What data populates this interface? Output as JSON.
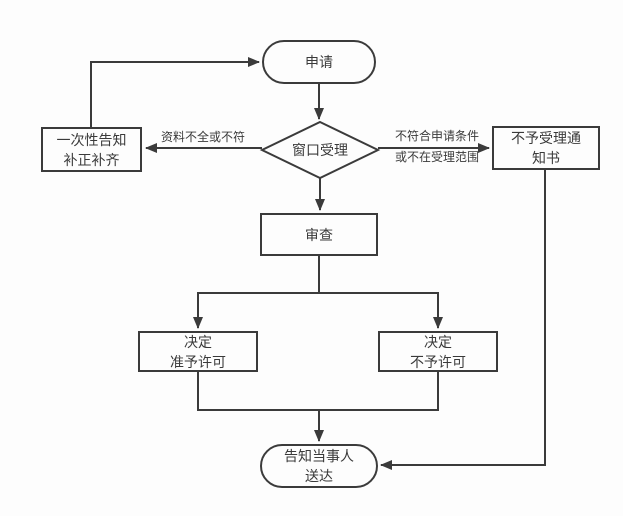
{
  "diagram": {
    "type": "flowchart",
    "colors": {
      "background": "#fdfdfd",
      "line": "#3b3b3b",
      "text": "#3a3a3a",
      "node_fill": "#fdfdfd"
    },
    "nodes": [
      {
        "id": "apply",
        "label": "申请",
        "shape": "stadium"
      },
      {
        "id": "window-review",
        "label": "窗口受理",
        "shape": "diamond"
      },
      {
        "id": "one-time-notice",
        "label": "一次性告知\n补正补齐",
        "shape": "rect"
      },
      {
        "id": "rejection-notice",
        "label": "不予受理通\n知书",
        "shape": "rect"
      },
      {
        "id": "review",
        "label": "审查",
        "shape": "rect"
      },
      {
        "id": "decision-grant",
        "label": "决定\n准予许可",
        "shape": "rect"
      },
      {
        "id": "decision-deny",
        "label": "决定\n不予许可",
        "shape": "rect"
      },
      {
        "id": "notify-deliver",
        "label": "告知当事人\n送达",
        "shape": "stadium"
      }
    ],
    "edges": [
      {
        "from": "apply",
        "to": "window-review",
        "label": ""
      },
      {
        "from": "window-review",
        "to": "one-time-notice",
        "label": "资料不全或不符"
      },
      {
        "from": "window-review",
        "to": "rejection-notice",
        "label": "不符合申请条件\n或不在受理范围"
      },
      {
        "from": "one-time-notice",
        "to": "apply",
        "label": ""
      },
      {
        "from": "window-review",
        "to": "review",
        "label": ""
      },
      {
        "from": "review",
        "to": "decision-grant",
        "label": ""
      },
      {
        "from": "review",
        "to": "decision-deny",
        "label": ""
      },
      {
        "from": "decision-grant",
        "to": "notify-deliver",
        "label": ""
      },
      {
        "from": "decision-deny",
        "to": "notify-deliver",
        "label": ""
      },
      {
        "from": "rejection-notice",
        "to": "notify-deliver",
        "label": ""
      }
    ]
  }
}
